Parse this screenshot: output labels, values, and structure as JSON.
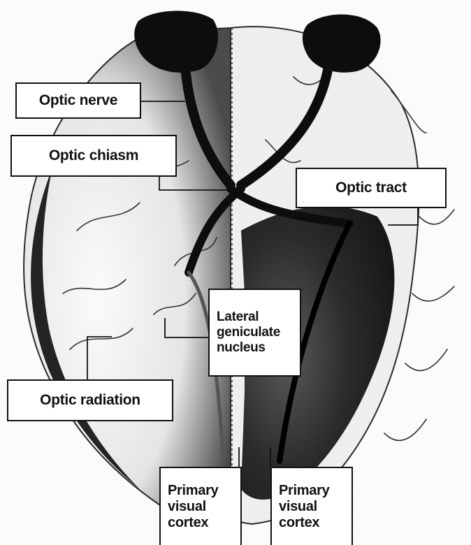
{
  "labels": {
    "optic_nerve": "Optic nerve",
    "optic_chiasm": "Optic chiasm",
    "optic_tract": "Optic tract",
    "lgn_line1": "Lateral",
    "lgn_line2": "geniculate",
    "lgn_line3": "nucleus",
    "optic_radiation": "Optic radiation",
    "v1_left_line1": "Primary",
    "v1_left_line2": "visual",
    "v1_left_line3": "cortex",
    "v1_right_line1": "Primary",
    "v1_right_line2": "visual",
    "v1_right_line3": "cortex"
  },
  "colors": {
    "ink": "#111111",
    "background": "#ffffff",
    "shading": "#555555"
  }
}
